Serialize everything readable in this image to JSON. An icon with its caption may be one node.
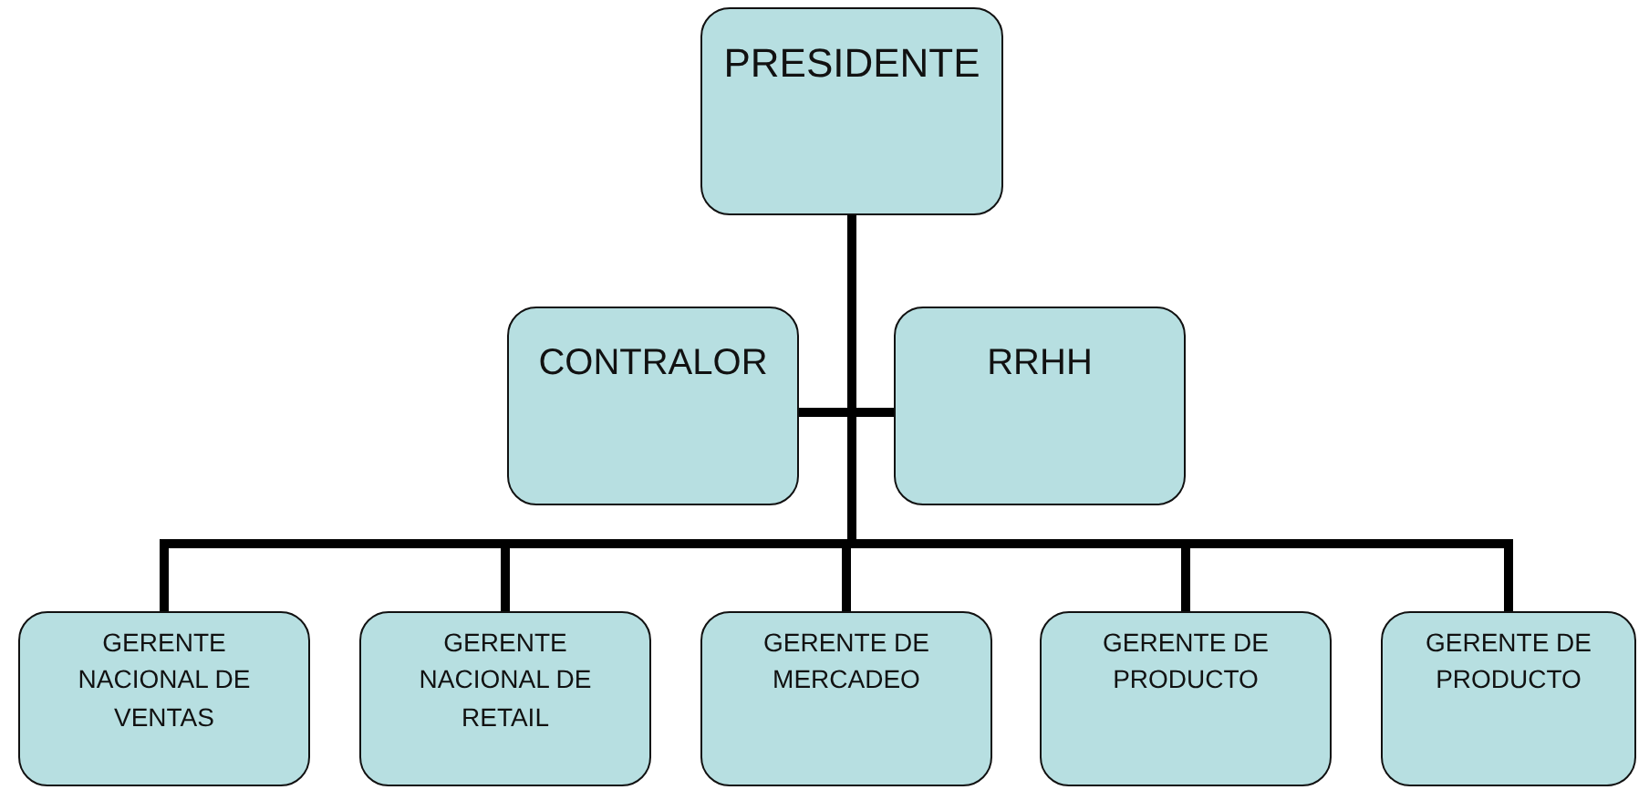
{
  "diagram": {
    "nodes": [
      {
        "text": [
          "PRESIDENTE"
        ]
      },
      {
        "text": [
          "CONTRALOR"
        ]
      },
      {
        "text": [
          "RRHH"
        ]
      },
      {
        "text": [
          "GERENTE NACIONAL DE VENTAS"
        ]
      },
      {
        "text": [
          "GERENTE NACIONAL DE RETAIL"
        ]
      },
      {
        "text": [
          "GERENTE DE MERCADEO"
        ]
      },
      {
        "text": [
          "GERENTE DE PRODUCTO"
        ]
      },
      {
        "text": [
          "GERENTE DE PRODUCTO"
        ]
      }
    ],
    "edges": [
      {
        "from": 0,
        "to": 1,
        "arrow": "none"
      },
      {
        "from": 0,
        "to": 2,
        "arrow": "none"
      },
      {
        "from": 0,
        "to": 3,
        "arrow": "none"
      },
      {
        "from": 0,
        "to": 4,
        "arrow": "none"
      },
      {
        "from": 0,
        "to": 5,
        "arrow": "none"
      },
      {
        "from": 0,
        "to": 6,
        "arrow": "none"
      },
      {
        "from": 0,
        "to": 7,
        "arrow": "none"
      }
    ]
  }
}
